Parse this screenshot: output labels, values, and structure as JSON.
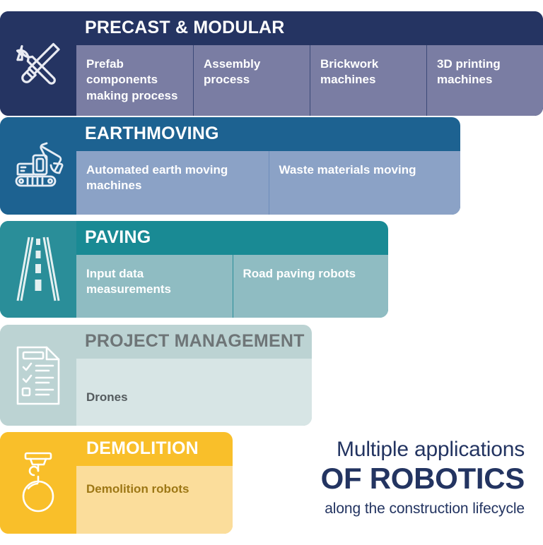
{
  "rows": [
    {
      "id": "precast",
      "title": "PRECAST & MODULAR",
      "icon": "wrench-screwdriver-icon",
      "bar_color": "#253462",
      "panel_color": "#7a7da3",
      "title_color": "#ffffff",
      "text_color": "#ffffff",
      "cells": [
        "Prefab components making process",
        "Assembly process",
        "Brickwork machines",
        "3D printing machines"
      ]
    },
    {
      "id": "earthmoving",
      "title": "EARTHMOVING",
      "icon": "excavator-icon",
      "bar_color": "#1d6291",
      "panel_color": "#8ba2c6",
      "title_color": "#ffffff",
      "text_color": "#ffffff",
      "cells": [
        "Automated earth moving machines",
        "Waste materials moving"
      ]
    },
    {
      "id": "paving",
      "title": "PAVING",
      "icon": "road-icon",
      "bar_color": "#198a94",
      "panel_color": "#8fbcc2",
      "title_color": "#ffffff",
      "text_color": "#ffffff",
      "cells": [
        "Input data measurements",
        "Road paving robots"
      ]
    },
    {
      "id": "project",
      "title": "PROJECT MANAGEMENT",
      "icon": "checklist-document-icon",
      "bar_color": "#bcd3d3",
      "panel_color": "#d7e5e5",
      "title_color": "#6e7577",
      "text_color": "#545b5e",
      "cells": [
        "Drones"
      ]
    },
    {
      "id": "demolition",
      "title": "DEMOLITION",
      "icon": "wrecking-ball-icon",
      "bar_color": "#f9bf2a",
      "panel_color": "#fbdd9b",
      "title_color": "#ffffff",
      "text_color": "#9d7715",
      "cells": [
        "Demolition robots"
      ]
    }
  ],
  "caption": {
    "line_top": "Multiple applications",
    "line_main": "OF ROBOTICS",
    "line_sub": "along the construction lifecycle",
    "color": "#233461"
  }
}
